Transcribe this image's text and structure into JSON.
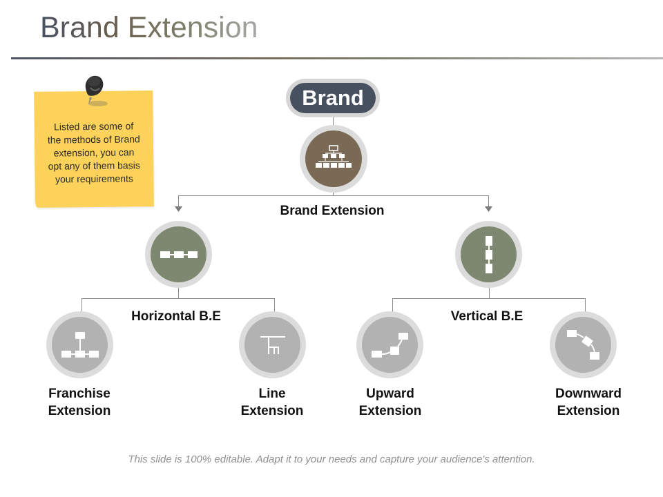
{
  "slide": {
    "title": "Brand Extension",
    "footer": "This slide is 100% editable. Adapt it to your needs and capture your audience's attention."
  },
  "note": {
    "text": "Listed are some of the methods of Brand extension, you can opt any of them basis your requirements",
    "lines": [
      "Listed are some of",
      "the methods of Brand",
      "extension, you can",
      "opt any of them basis",
      "your requirements"
    ],
    "color": "#fdd25a",
    "icon": "pushpin-icon"
  },
  "diagram": {
    "root": {
      "label": "Brand",
      "icon": "org-chart-icon",
      "color": "#7a6a55",
      "pill_color": "#46505f"
    },
    "level1_label": "Brand Extension",
    "branches": [
      {
        "label": "Horizontal B.E",
        "icon": "horizontal-chain-icon",
        "color": "#7e8870",
        "children": [
          {
            "label_line1": "Franchise",
            "label_line2": "Extension",
            "icon": "franchise-network-icon",
            "color": "#b2b2b2"
          },
          {
            "label_line1": "Line",
            "label_line2": "Extension",
            "icon": "line-branch-icon",
            "color": "#b2b2b2"
          }
        ]
      },
      {
        "label": "Vertical B.E",
        "icon": "vertical-chain-icon",
        "color": "#7e8870",
        "children": [
          {
            "label_line1": "Upward",
            "label_line2": "Extension",
            "icon": "upward-steps-icon",
            "color": "#b2b2b2"
          },
          {
            "label_line1": "Downward",
            "label_line2": "Extension",
            "icon": "downward-steps-icon",
            "color": "#b2b2b2"
          }
        ]
      }
    ]
  }
}
